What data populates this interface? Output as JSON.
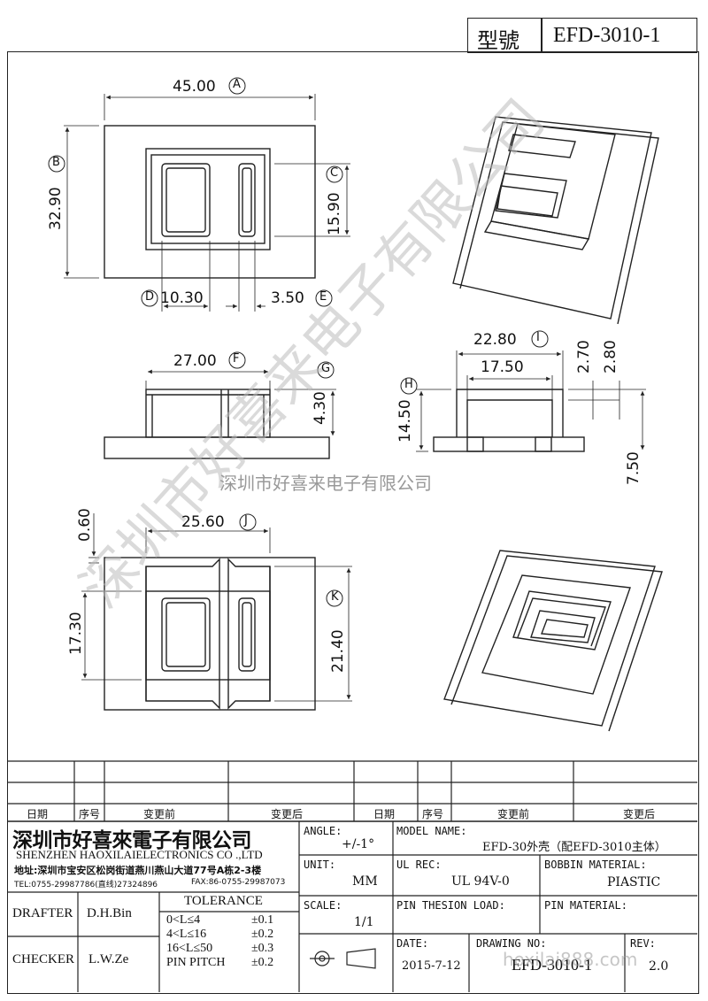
{
  "title_block": {
    "model_label": "型號",
    "model_value": "EFD-3010-1"
  },
  "watermark": {
    "large": "深圳市好喜来电子有限公司",
    "small": "深圳市好喜来电子有限公司"
  },
  "dims": {
    "a": "45.00",
    "a_mark": "A",
    "b": "32.90",
    "b_mark": "B",
    "c": "15.90",
    "c_mark": "C",
    "d": "10.30",
    "d_mark": "D",
    "e": "3.50",
    "e_mark": "E",
    "f": "27.00",
    "f_mark": "F",
    "g": "4.30",
    "g_mark": "G",
    "i": "22.80",
    "i_mark": "I",
    "i2": "17.50",
    "h": "14.50",
    "h_mark": "H",
    "r1": "2.70",
    "r2": "2.80",
    "r3": "7.50",
    "j": "25.60",
    "j_mark": "J",
    "k": "21.40",
    "k_mark": "K",
    "l1": "0.60",
    "l2": "17.30"
  },
  "revision_table": {
    "headers": [
      "日期",
      "序号",
      "变更前",
      "变更后",
      "日期",
      "序号",
      "变更前",
      "变更后"
    ]
  },
  "company": {
    "name_cn": "深圳市好喜來電子有限公司",
    "name_en": "SHENZHEN HAOXILAIELECTRONICS CO .,LTD",
    "address": "地址:深圳市宝安区松岗街道燕川燕山大道77号A栋2-3楼",
    "tel": "TEL:0755-29987786(直线)27324896",
    "fax": "FAX:86-0755-29987073"
  },
  "info": {
    "angle_label": "ANGLE:",
    "angle_value": "+/-1°",
    "model_name_label": "MODEL NAME:",
    "model_name_value": "EFD-30外壳（配EFD-3010主体）",
    "unit_label": "UNIT:",
    "unit_value": "MM",
    "ul_label": "UL REC:",
    "ul_value": "UL 94V-0",
    "bobbin_label": "BOBBIN MATERIAL:",
    "bobbin_value": "PIASTIC",
    "scale_label": "SCALE:",
    "scale_value": "1/1",
    "pin_tension_label": "PIN THESION LOAD:",
    "pin_material_label": "PIN MATERIAL:",
    "date_label": "DATE:",
    "date_value": "2015-7-12",
    "drawing_label": "DRAWING NO:",
    "drawing_value": "EFD-3010-1",
    "rev_label": "REV:",
    "rev_value": "2.0",
    "url_watermark": "hoxilai888.com"
  },
  "people": {
    "drafter_label": "DRAFTER",
    "drafter_value": "D.H.Bin",
    "checker_label": "CHECKER",
    "checker_value": "L.W.Ze"
  },
  "tolerance": {
    "title": "TOLERANCE",
    "rows": [
      {
        "range": "0<L≤4",
        "tol": "±0.1"
      },
      {
        "range": "4<L≤16",
        "tol": "±0.2"
      },
      {
        "range": "16<L≤50",
        "tol": "±0.3"
      },
      {
        "range": "PIN PITCH",
        "tol": "±0.2"
      }
    ]
  }
}
